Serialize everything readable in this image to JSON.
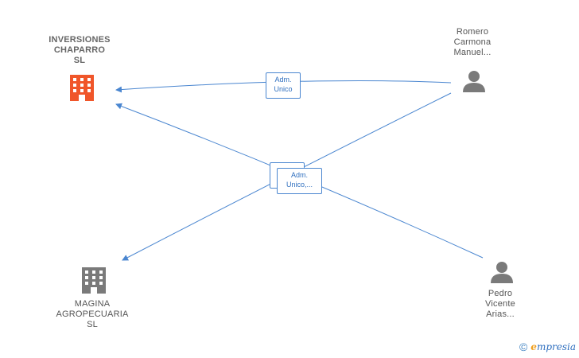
{
  "nodes": {
    "inversiones": {
      "lines": [
        "INVERSIONES",
        "CHAPARRO",
        "SL"
      ],
      "color": "#f0562a"
    },
    "magina": {
      "lines": [
        "MAGINA",
        "AGROPECUARIA",
        "SL"
      ],
      "color": "#7a7a7a"
    },
    "romero": {
      "lines": [
        "Romero",
        "Carmona",
        "Manuel..."
      ],
      "color": "#7a7a7a"
    },
    "pedro": {
      "lines": [
        "Pedro",
        "Vicente",
        "Arias..."
      ],
      "color": "#7a7a7a"
    }
  },
  "edges": {
    "top": {
      "lines": [
        "Adm.",
        "Unico"
      ]
    },
    "middle": {
      "lines": [
        "Adm.",
        "Unico,..."
      ]
    }
  },
  "edge_color": "#4a86d0",
  "watermark": {
    "symbol": "©",
    "brand_initial": "e",
    "brand_rest": "mpresia"
  }
}
